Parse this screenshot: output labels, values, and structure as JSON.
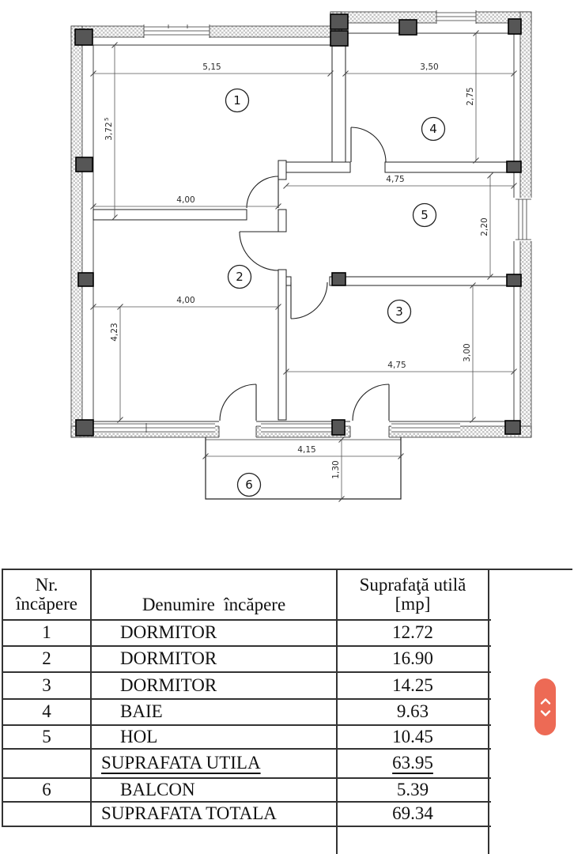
{
  "plan": {
    "room_numbers": {
      "r1": "1",
      "r2": "2",
      "r3": "3",
      "r4": "4",
      "r5": "5",
      "r6": "6"
    },
    "dims": {
      "room1_width": "5,15",
      "room1_height": "3,72",
      "room1_height_sup": "5",
      "room1_inner": "4,00",
      "room2_width": "4,00",
      "room2_height": "4,23",
      "room3_width": "4,75",
      "room3_height": "3,00",
      "room4_width": "3,50",
      "room4_height": "2,75",
      "room5_width": "4,75",
      "room5_height": "2,20",
      "room6_width": "4,15",
      "room6_height": "1,30"
    }
  },
  "table": {
    "header": {
      "col1_line1": "Nr.",
      "col1_line2": "încăpere",
      "col2": "Denumire  încăpere",
      "col3_line1": "Suprafaţă utilă",
      "col3_line2": "[mp]"
    },
    "rows": [
      {
        "nr": "1",
        "name": "DORMITOR",
        "value": "12.72"
      },
      {
        "nr": "2",
        "name": "DORMITOR",
        "value": "16.90"
      },
      {
        "nr": "3",
        "name": "DORMITOR",
        "value": "14.25"
      },
      {
        "nr": "4",
        "name": "BAIE",
        "value": "9.63"
      },
      {
        "nr": "5",
        "name": "HOL",
        "value": "10.45"
      },
      {
        "nr": "",
        "name": "SUPRAFATA UTILA",
        "value": "63.95"
      },
      {
        "nr": "6",
        "name": "BALCON",
        "value": "5.39"
      },
      {
        "nr": "",
        "name": "SUPRAFATA TOTALA",
        "value": "69.34"
      }
    ]
  },
  "scroll_widget": {
    "accent_color": "#ed6a55",
    "up_icon": "chevron-up",
    "down_icon": "chevron-down"
  }
}
